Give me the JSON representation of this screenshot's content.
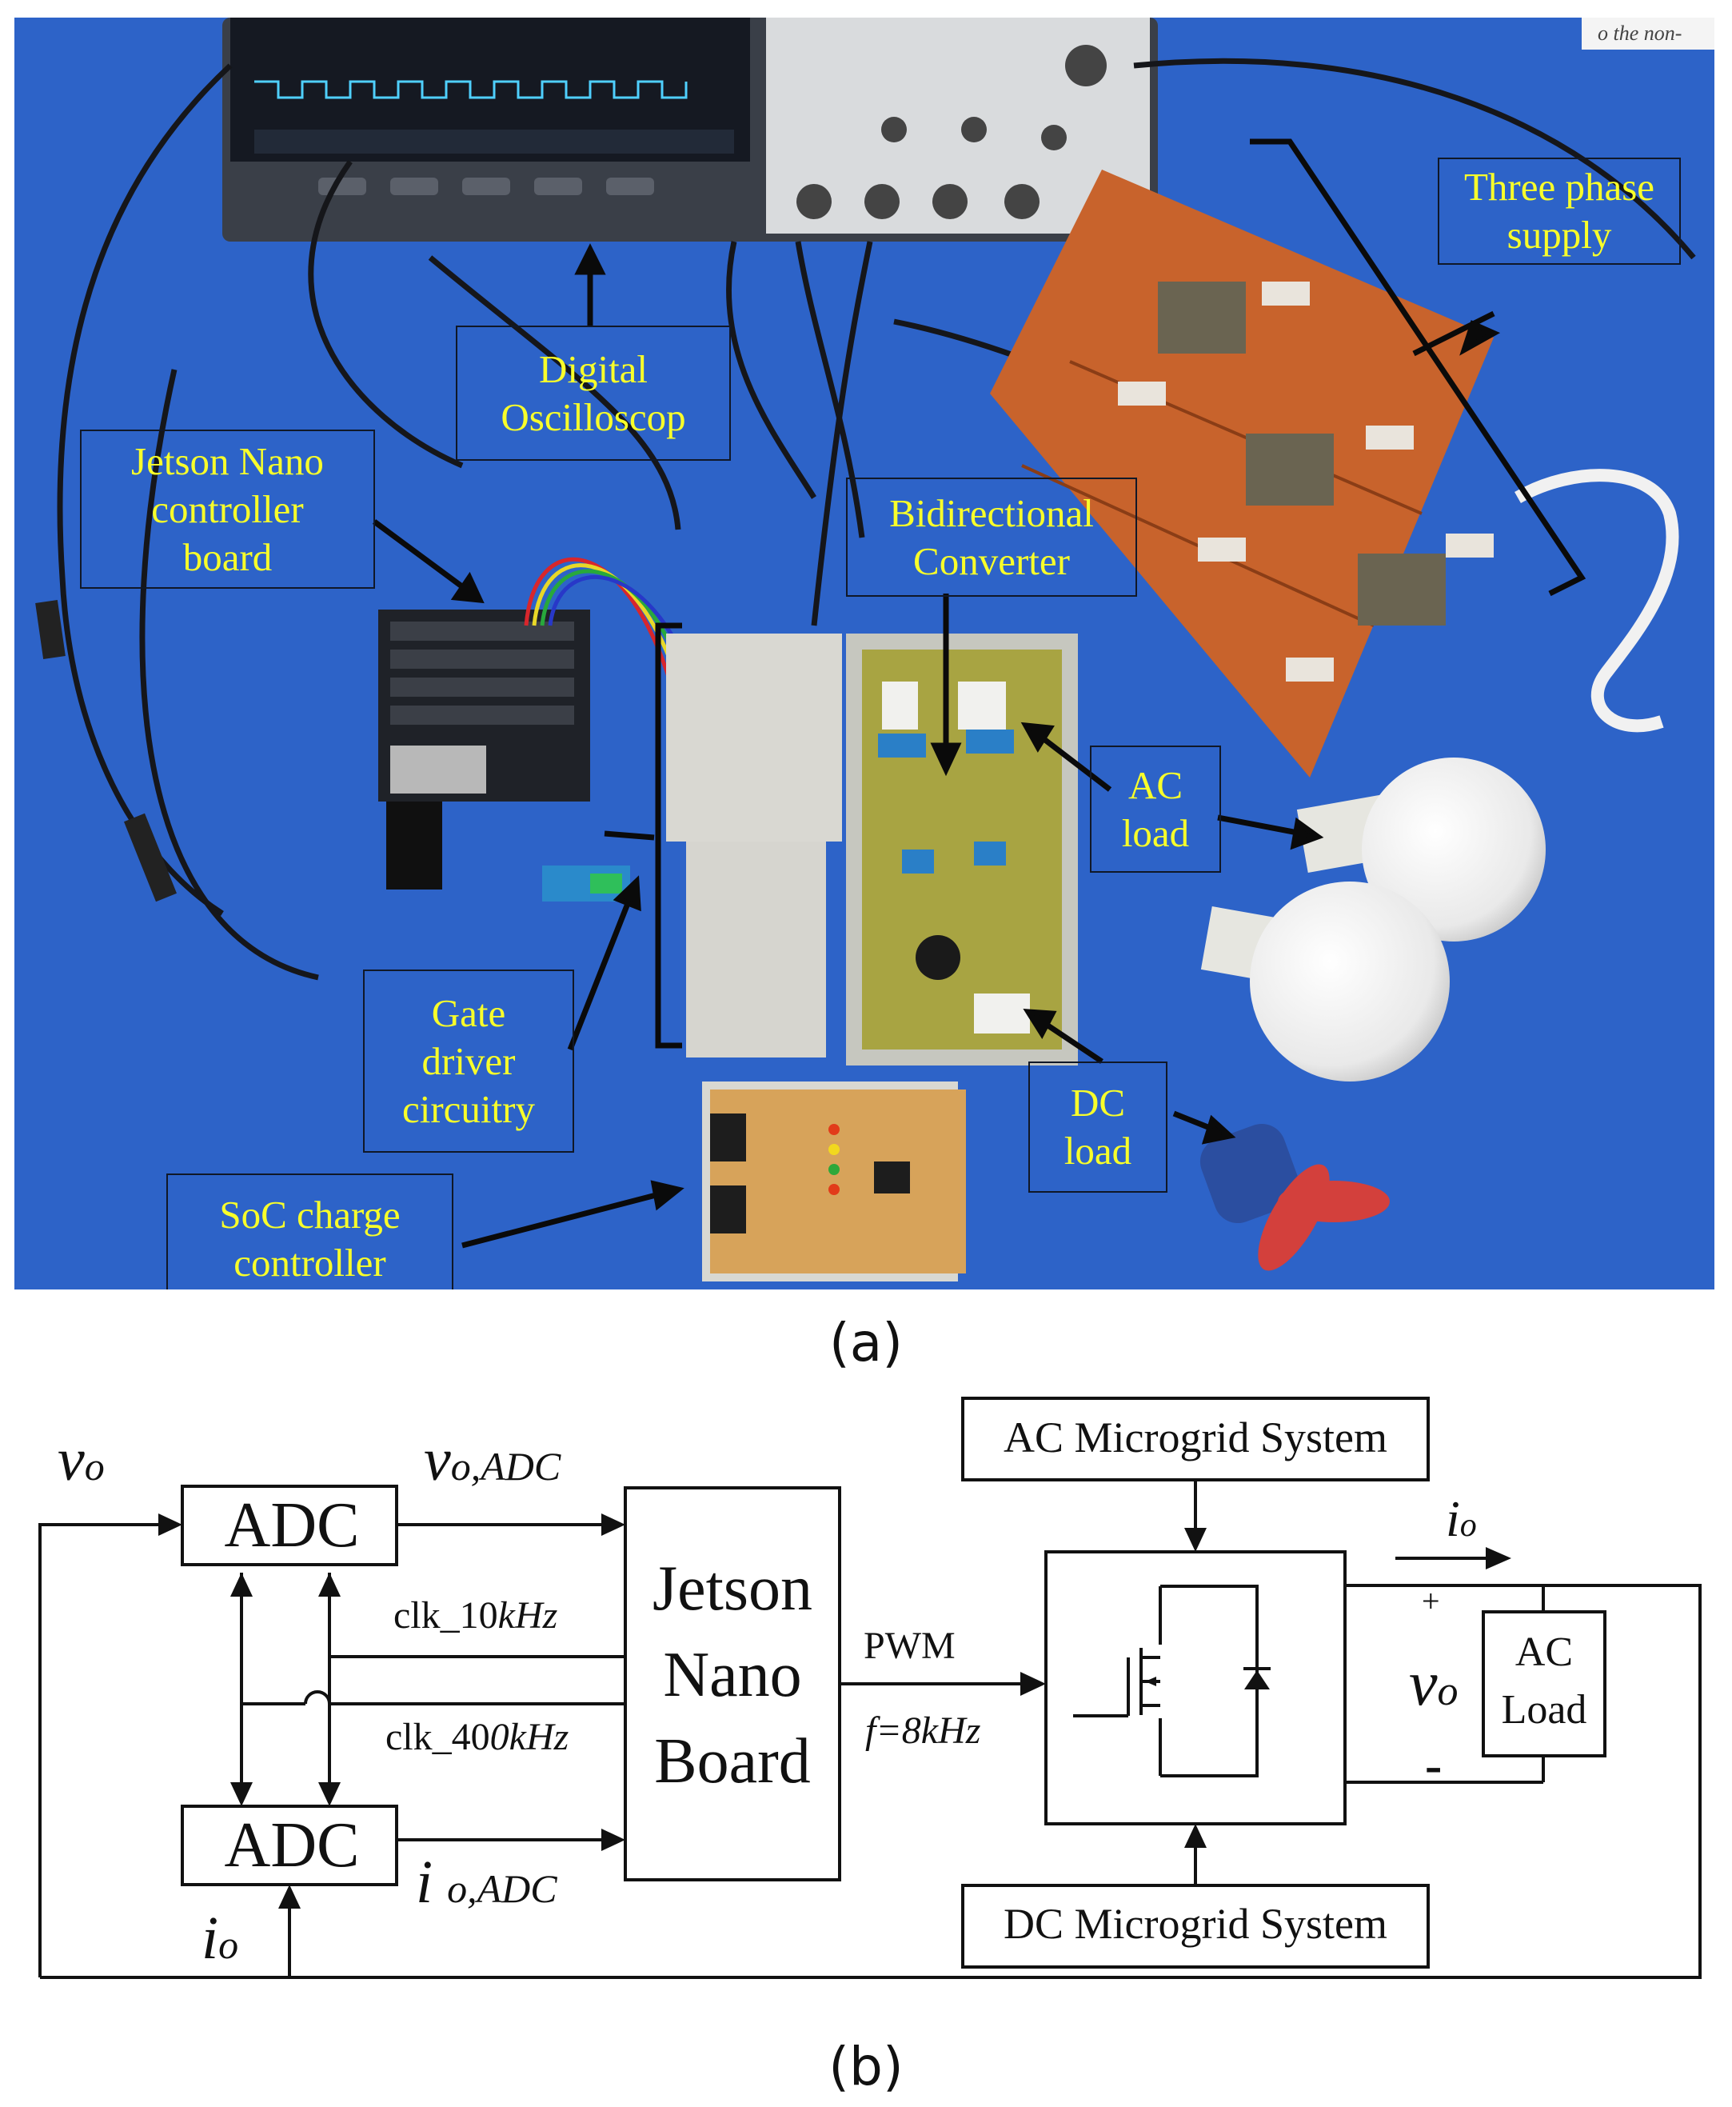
{
  "figure_a": {
    "caption": "(a)",
    "labels": {
      "three_phase": [
        "Three phase",
        "supply"
      ],
      "oscilloscope": [
        "Digital",
        "Oscilloscop"
      ],
      "jetson": [
        "Jetson Nano",
        "controller",
        "board"
      ],
      "converter": [
        "Bidirectional",
        "Converter"
      ],
      "ac_load": [
        "AC",
        "load"
      ],
      "gate_driver": [
        "Gate",
        "driver",
        "circuitry"
      ],
      "dc_load": [
        "DC",
        "load"
      ],
      "soc": [
        "SoC charge",
        "controller"
      ]
    },
    "corner_text": "o the non-"
  },
  "figure_b": {
    "caption": "(b)",
    "adc_top": "ADC",
    "adc_bottom": "ADC",
    "jetson": [
      "Jetson",
      "Nano",
      "Board"
    ],
    "ac_microgrid": "AC Microgrid System",
    "dc_microgrid": "DC Microgrid System",
    "ac_load": [
      "AC",
      "Load"
    ],
    "clk_10": {
      "prefix": "clk_10",
      "unit": "kHz"
    },
    "clk_400": {
      "prefix": "clk_40",
      "unit": "0kHz"
    },
    "pwm": "PWM",
    "freq": "f=8kHz",
    "plus": "+",
    "minus": "-",
    "v_o": {
      "base": "v",
      "sub": "o"
    },
    "v_o_adc": {
      "base": "v",
      "sub": "o,ADC"
    },
    "i_o": {
      "base": "i",
      "sub": "o"
    },
    "i_o_adc": {
      "base": "i",
      "sub": "o,ADC"
    }
  },
  "colors": {
    "table_blue": "#2d63c8",
    "label_yellow": "#f8ff2a",
    "wood": "#c8632c",
    "pcb_green": "#a8a442"
  }
}
